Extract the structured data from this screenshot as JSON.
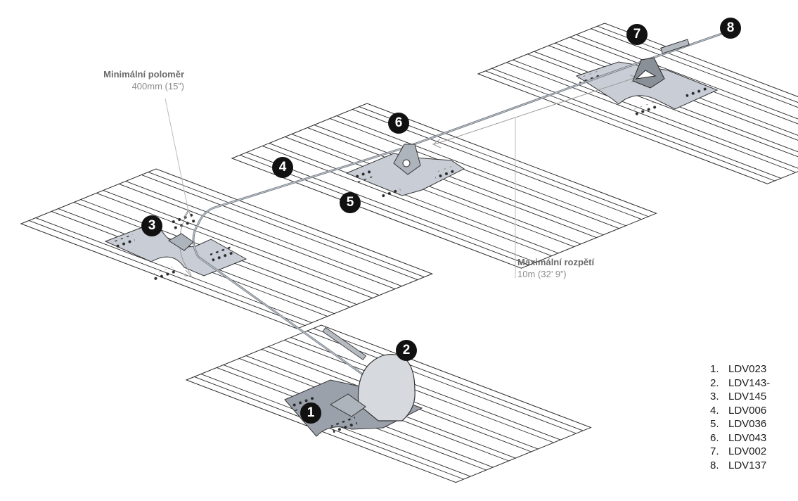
{
  "annotations": {
    "min_radius": {
      "title": "Minimální poloměr",
      "value": "400mm (15”)"
    },
    "max_span": {
      "title": "Maximální rozpětí",
      "value": "10m (32’ 9”)"
    }
  },
  "callouts": [
    "1",
    "2",
    "3",
    "4",
    "5",
    "6",
    "7",
    "8"
  ],
  "parts_list": [
    {
      "num": "1.",
      "code": "LDV023"
    },
    {
      "num": "2.",
      "code": "LDV143-"
    },
    {
      "num": "3.",
      "code": "LDV145"
    },
    {
      "num": "4.",
      "code": "LDV006"
    },
    {
      "num": "5.",
      "code": "LDV036"
    },
    {
      "num": "6.",
      "code": "LDV043"
    },
    {
      "num": "7.",
      "code": "LDV002"
    },
    {
      "num": "8.",
      "code": "LDV137"
    }
  ]
}
